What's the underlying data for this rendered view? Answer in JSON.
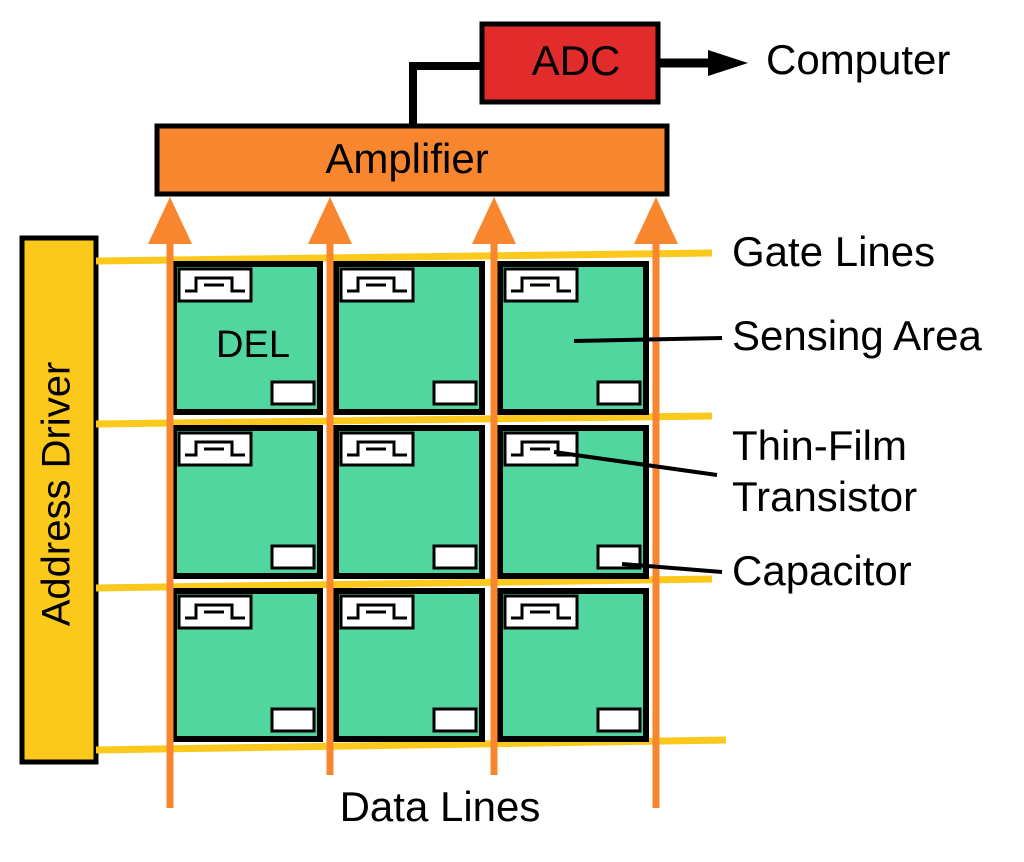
{
  "components": {
    "adc": "ADC",
    "computer": "Computer",
    "amplifier": "Amplifier",
    "address_driver": "Address Driver"
  },
  "labels": {
    "gate_lines": "Gate Lines",
    "sensing_area": "Sensing Area",
    "tft_line1": "Thin-Film",
    "tft_line2": "Transistor",
    "capacitor": "Capacitor",
    "data_lines": "Data Lines",
    "del": "DEL"
  },
  "pixel_grid": {
    "rows": 3,
    "cols": 3
  },
  "colors": {
    "adc": "#e22b2b",
    "amplifier": "#f7862f",
    "data_lines": "#f7862f",
    "gate_lines": "#fbc81c",
    "address_driver": "#fbc81c",
    "pixel": "#52d6a0",
    "outline": "#000000"
  }
}
